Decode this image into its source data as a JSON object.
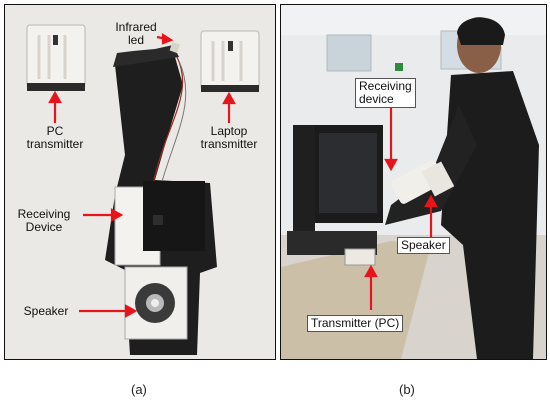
{
  "figure": {
    "panels": [
      {
        "caption": "(a)",
        "labels": {
          "infrared": "Infrared\nled",
          "pc_tx": "PC\ntransmitter",
          "laptop_tx": "Laptop\ntransmitter",
          "receiving": "Receiving\nDevice",
          "speaker": "Speaker"
        }
      },
      {
        "caption": "(b)",
        "labels": {
          "receiving": "Receiving\ndevice",
          "speaker": "Speaker",
          "transmitter": "Transmitter (PC)"
        }
      }
    ]
  },
  "colors": {
    "arrow": "#e8141b"
  }
}
